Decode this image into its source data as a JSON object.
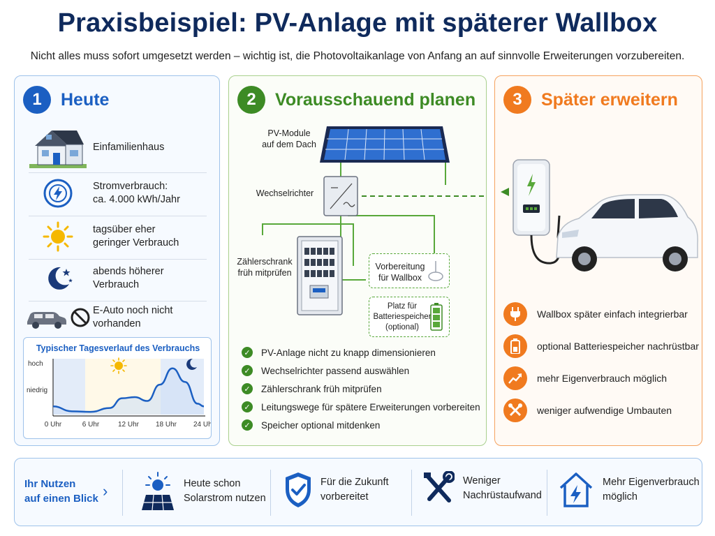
{
  "title": "Praxisbeispiel: PV-Anlage mit späterer Wallbox",
  "subtitle": "Nicht alles muss sofort umgesetzt werden – wichtig ist, die Photovoltaikanlage von Anfang an auf sinnvolle Erweiterungen vorzubereiten.",
  "colors": {
    "blue": "#1b5fc2",
    "green": "#3d8b25",
    "orange": "#f07a1f",
    "navy": "#0f2a5c"
  },
  "panel1": {
    "number": "1",
    "title": "Heute",
    "rows": [
      {
        "icon": "house-icon",
        "line1": "Einfamilienhaus",
        "line2": ""
      },
      {
        "icon": "power-meter-icon",
        "line1": "Stromverbrauch:",
        "line2": "ca. 4.000 kWh/Jahr"
      },
      {
        "icon": "sun-icon",
        "line1": "tagsüber eher",
        "line2": "geringer Verbrauch"
      },
      {
        "icon": "moon-icon",
        "line1": "abends höherer",
        "line2": "Verbrauch"
      },
      {
        "icon": "car-prohibited-icon",
        "line1": "E-Auto noch nicht",
        "line2": "vorhanden"
      }
    ],
    "chart_title": "Typischer Tagesverlauf des Verbrauchs",
    "chart_ylabel_high": "hoch",
    "chart_ylabel_low": "niedrig"
  },
  "chart_data": {
    "type": "area",
    "title": "Typischer Tagesverlauf des Verbrauchs",
    "x": [
      "0 Uhr",
      "6 Uhr",
      "12 Uhr",
      "18 Uhr",
      "24 Uhr"
    ],
    "tick_labels": [
      "0 Uhr",
      "6 Uhr",
      "12 Uhr",
      "18 Uhr",
      "24 Uhr"
    ],
    "y_labels": [
      "niedrig",
      "hoch"
    ],
    "hours": [
      0,
      3,
      6,
      9,
      11,
      13,
      15,
      17,
      19,
      21,
      23,
      24
    ],
    "values": [
      0.15,
      0.06,
      0.05,
      0.12,
      0.3,
      0.32,
      0.25,
      0.55,
      0.85,
      0.6,
      0.2,
      0.15
    ]
  },
  "panel2": {
    "number": "2",
    "title": "Vorausschauend planen",
    "label_pv": [
      "PV-Module",
      "auf dem Dach"
    ],
    "label_inverter": "Wechselrichter",
    "label_meter": [
      "Zählerschrank",
      "früh mitprüfen"
    ],
    "label_wallbox_prep": [
      "Vorbereitung",
      "für Wallbox"
    ],
    "label_battery": [
      "Platz für",
      "Batteriespeicher",
      "(optional)"
    ],
    "checks": [
      "PV-Anlage nicht zu knapp dimensionieren",
      "Wechselrichter passend auswählen",
      "Zählerschrank früh mitprüfen",
      "Leitungswege für spätere Erweiterungen vorbereiten",
      "Speicher optional mitdenken"
    ]
  },
  "panel3": {
    "number": "3",
    "title": "Später erweitern",
    "benefits": [
      {
        "icon": "plug-icon",
        "text": "Wallbox später einfach integrierbar"
      },
      {
        "icon": "battery-icon",
        "text": "optional Batteriespeicher nachrüstbar"
      },
      {
        "icon": "trend-up-icon",
        "text": "mehr Eigenverbrauch möglich"
      },
      {
        "icon": "tools-icon",
        "text": "weniger aufwendige Umbauten"
      }
    ]
  },
  "bottom": {
    "label": [
      "Ihr Nutzen",
      "auf einen Blick"
    ],
    "items": [
      {
        "icon": "solar-panel-icon",
        "line1": "Heute schon",
        "line2": "Solarstrom nutzen"
      },
      {
        "icon": "shield-check-icon",
        "line1": "Für die Zukunft",
        "line2": "vorbereitet"
      },
      {
        "icon": "tools-icon",
        "line1": "Weniger",
        "line2": "Nachrüstaufwand"
      },
      {
        "icon": "house-bolt-icon",
        "line1": "Mehr Eigenverbrauch",
        "line2": "möglich"
      }
    ]
  }
}
